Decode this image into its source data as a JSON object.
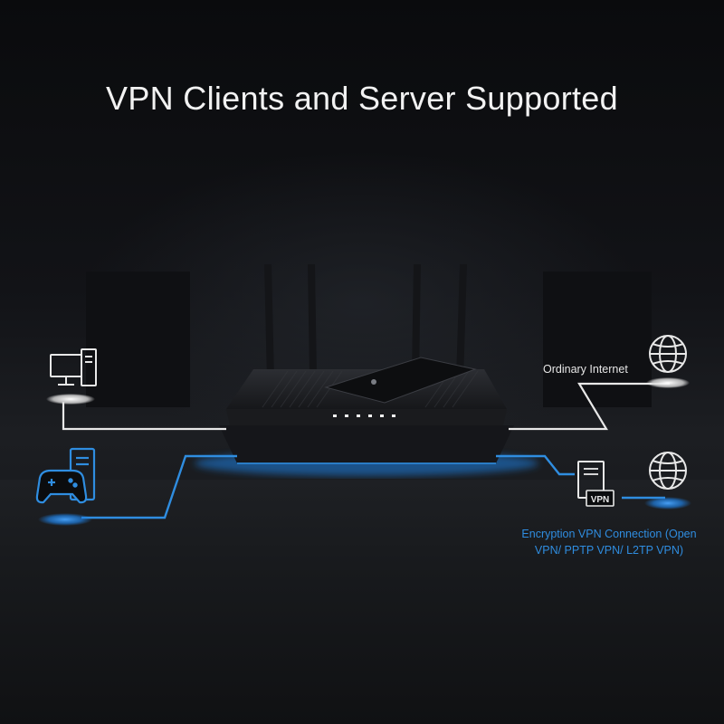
{
  "headline": "VPN Clients and Server Supported",
  "labels": {
    "ordinary_internet": "Ordinary Internet",
    "encryption_line1": "Encryption VPN Connection (Open",
    "encryption_line2": "VPN/ PPTP VPN/ L2TP VPN)",
    "vpn_badge": "VPN"
  },
  "colors": {
    "background": "#0b0c0e",
    "headline": "#f2f2f2",
    "ordinary_link": "#e8e8e8",
    "vpn_link": "#2f8de0",
    "glow": "#1f7fe0"
  },
  "icons": {
    "desktop": "desktop-computer-icon",
    "gamepad": "game-controller-icon",
    "globe_ordinary": "globe-icon",
    "globe_vpn": "globe-icon",
    "vpn_server": "vpn-server-icon",
    "router": "wifi-router"
  }
}
